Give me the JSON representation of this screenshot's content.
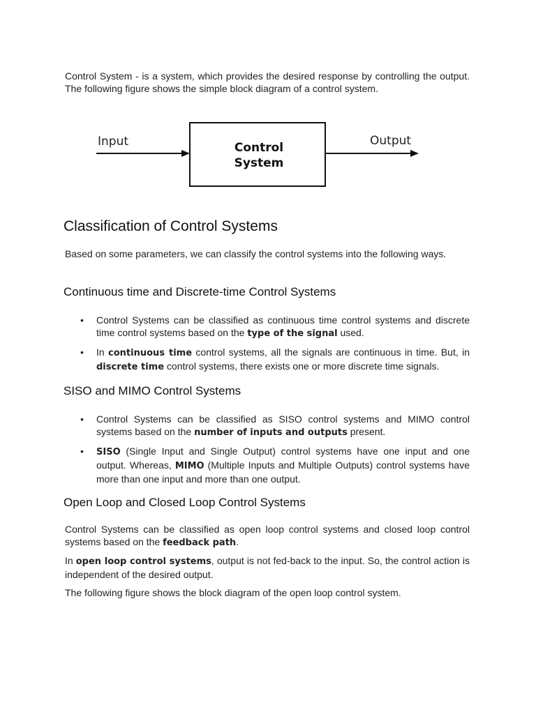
{
  "intro": {
    "line1": " Control System - is a system, which provides the desired response by controlling the output. The following figure shows the simple block diagram of a control system."
  },
  "diagram1": {
    "input_label": "Input",
    "output_label": "Output",
    "box_line1": "Control",
    "box_line2": "System"
  },
  "classification": {
    "heading": "Classification of Control Systems",
    "intro": "Based on some parameters, we can classify the control systems into the following ways."
  },
  "continuous": {
    "heading": "Continuous time and Discrete-time Control Systems",
    "b1_pre": "Control Systems can be classified as continuous time control systems and discrete time control systems based on the ",
    "b1_bold": "type of the signal",
    "b1_post": " used.",
    "b2_pre": "In ",
    "b2_bold1": "continuous time",
    "b2_mid": " control systems, all the signals are continuous in time. But, in ",
    "b2_bold2": "discrete time",
    "b2_post": " control systems, there exists one or more discrete time signals."
  },
  "siso": {
    "heading": "SISO and MIMO Control Systems",
    "b1_pre": "Control Systems can be classified as SISO control systems and MIMO control systems based on the ",
    "b1_bold": "number of inputs and outputs",
    "b1_post": " present.",
    "b2_bold1": "SISO",
    "b2_mid": " (Single Input and Single Output) control systems have one input and one output. Whereas, ",
    "b2_bold2": "MIMO",
    "b2_post": " (Multiple Inputs and Multiple Outputs) control systems have more than one input and more than one output."
  },
  "openloop": {
    "heading": "Open Loop and Closed Loop Control Systems",
    "p1_pre": "Control Systems can be classified as open loop control systems and closed loop control systems based on the ",
    "p1_bold": "feedback path",
    "p1_post": ".",
    "p2_pre": "In ",
    "p2_bold": "open loop control systems",
    "p2_post": ", output is not fed-back to the input. So, the control action is independent of the desired output.",
    "p3": "The following figure shows the block diagram of the open loop control system."
  },
  "bullet_char": "•"
}
